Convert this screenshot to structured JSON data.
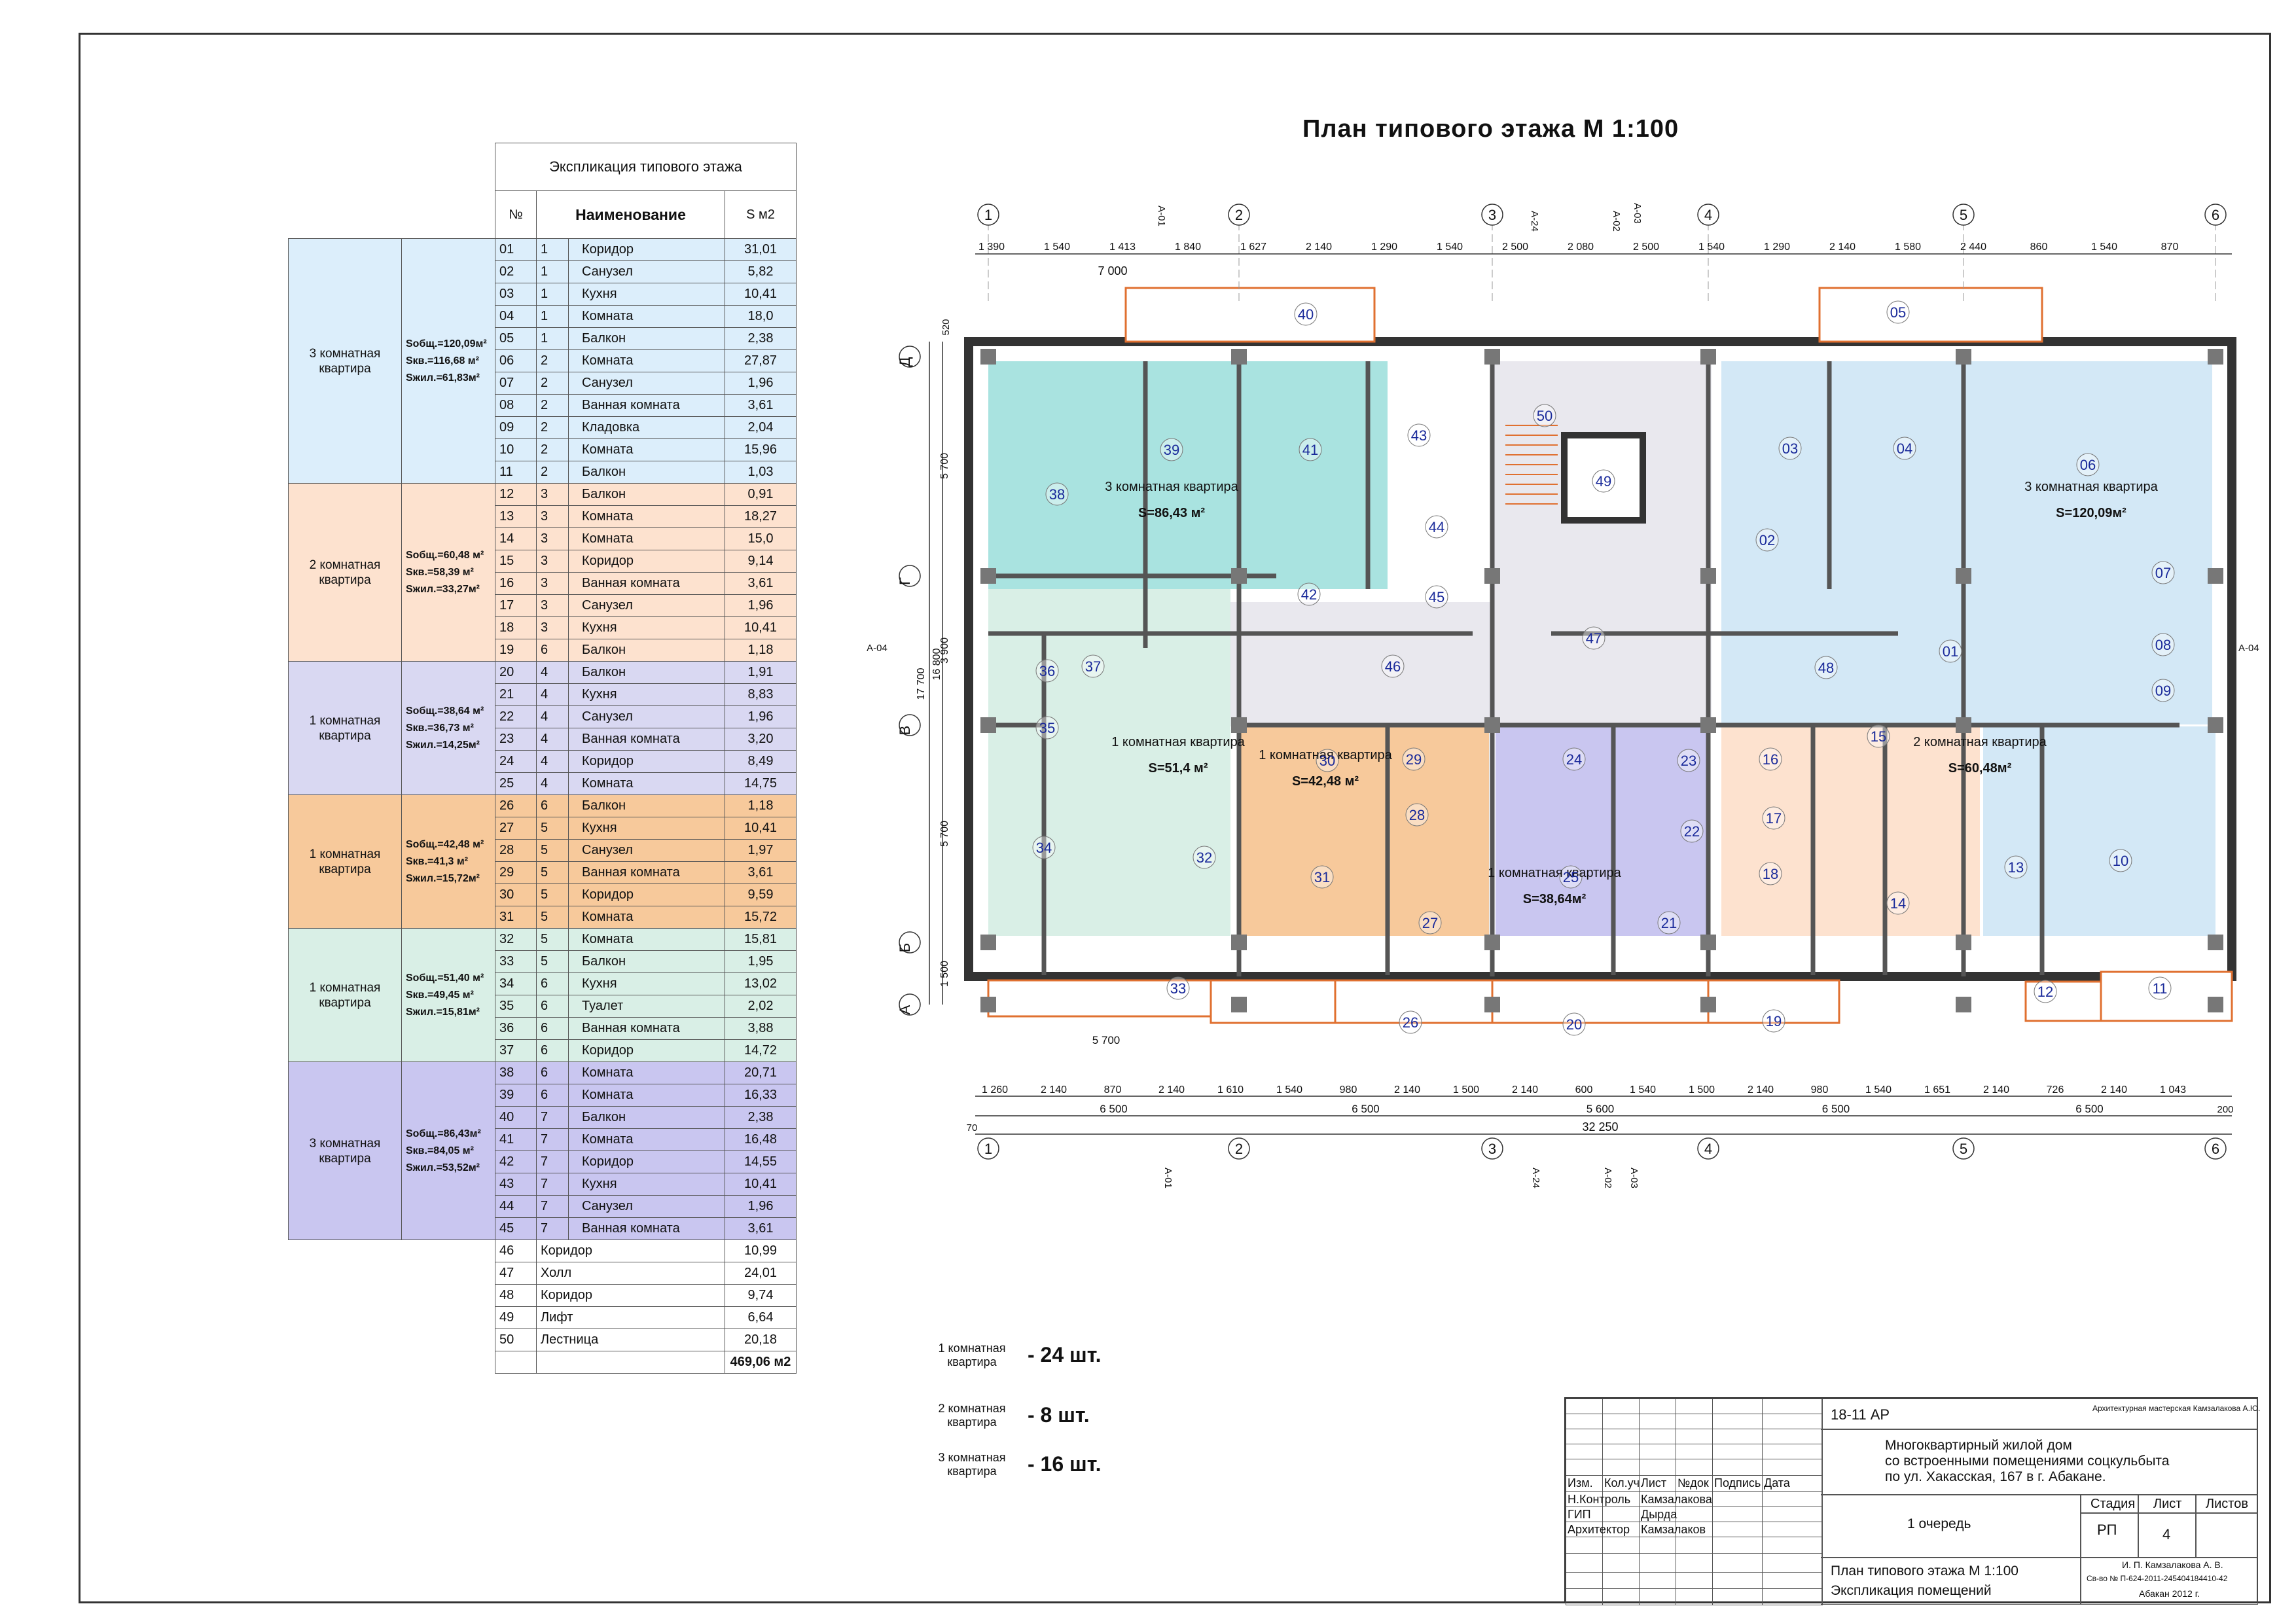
{
  "title": "План типового этажа    М 1:100",
  "explication": {
    "caption": "Экспликация типового этажа",
    "headers": {
      "no": "№",
      "name": "Наименование",
      "area": "S м2"
    },
    "groups": [
      {
        "label": "3 комнатная квартира",
        "color": "#dceefb",
        "areas": [
          "Sобщ.=120,09м²",
          "Sкв.=116,68 м²",
          "Sжил.=61,83м²"
        ],
        "rows": [
          [
            "01",
            "1",
            "Коридор",
            "31,01"
          ],
          [
            "02",
            "1",
            "Санузел",
            "5,82"
          ],
          [
            "03",
            "1",
            "Кухня",
            "10,41"
          ],
          [
            "04",
            "1",
            "Комната",
            "18,0"
          ],
          [
            "05",
            "1",
            "Балкон",
            "2,38"
          ],
          [
            "06",
            "2",
            "Комната",
            "27,87"
          ],
          [
            "07",
            "2",
            "Санузел",
            "1,96"
          ],
          [
            "08",
            "2",
            "Ванная комната",
            "3,61"
          ],
          [
            "09",
            "2",
            "Кладовка",
            "2,04"
          ],
          [
            "10",
            "2",
            "Комната",
            "15,96"
          ],
          [
            "11",
            "2",
            "Балкон",
            "1,03"
          ]
        ]
      },
      {
        "label": "2 комнатная квартира",
        "color": "#fde2cf",
        "areas": [
          "Sобщ.=60,48 м²",
          "Sкв.=58,39 м²",
          "Sжил.=33,27м²"
        ],
        "rows": [
          [
            "12",
            "3",
            "Балкон",
            "0,91"
          ],
          [
            "13",
            "3",
            "Комната",
            "18,27"
          ],
          [
            "14",
            "3",
            "Комната",
            "15,0"
          ],
          [
            "15",
            "3",
            "Коридор",
            "9,14"
          ],
          [
            "16",
            "3",
            "Ванная комната",
            "3,61"
          ],
          [
            "17",
            "3",
            "Санузел",
            "1,96"
          ],
          [
            "18",
            "3",
            "Кухня",
            "10,41"
          ],
          [
            "19",
            "6",
            "Балкон",
            "1,18"
          ]
        ]
      },
      {
        "label": "1 комнатная квартира",
        "color": "#d9d8f2",
        "areas": [
          "Sобщ.=38,64 м²",
          "Sкв.=36,73 м²",
          "Sжил.=14,25м²"
        ],
        "rows": [
          [
            "20",
            "4",
            "Балкон",
            "1,91"
          ],
          [
            "21",
            "4",
            "Кухня",
            "8,83"
          ],
          [
            "22",
            "4",
            "Санузел",
            "1,96"
          ],
          [
            "23",
            "4",
            "Ванная комната",
            "3,20"
          ],
          [
            "24",
            "4",
            "Коридор",
            "8,49"
          ],
          [
            "25",
            "4",
            "Комната",
            "14,75"
          ]
        ]
      },
      {
        "label": "1 комнатная квартира",
        "color": "#f7c99b",
        "areas": [
          "Sобщ.=42,48 м²",
          "Sкв.=41,3 м²",
          "Sжил.=15,72м²"
        ],
        "rows": [
          [
            "26",
            "6",
            "Балкон",
            "1,18"
          ],
          [
            "27",
            "5",
            "Кухня",
            "10,41"
          ],
          [
            "28",
            "5",
            "Санузел",
            "1,97"
          ],
          [
            "29",
            "5",
            "Ванная комната",
            "3,61"
          ],
          [
            "30",
            "5",
            "Коридор",
            "9,59"
          ],
          [
            "31",
            "5",
            "Комната",
            "15,72"
          ]
        ]
      },
      {
        "label": "1 комнатная квартира",
        "color": "#d9efe6",
        "areas": [
          "Sобщ.=51,40 м²",
          "Sкв.=49,45 м²",
          "Sжил.=15,81м²"
        ],
        "rows": [
          [
            "32",
            "5",
            "Комната",
            "15,81"
          ],
          [
            "33",
            "5",
            "Балкон",
            "1,95"
          ],
          [
            "34",
            "6",
            "Кухня",
            "13,02"
          ],
          [
            "35",
            "6",
            "Туалет",
            "2,02"
          ],
          [
            "36",
            "6",
            "Ванная комната",
            "3,88"
          ],
          [
            "37",
            "6",
            "Коридор",
            "14,72"
          ]
        ]
      },
      {
        "label": "3 комнатная квартира",
        "color": "#c9c6f0",
        "areas": [
          "Sобщ.=86,43м²",
          "Sкв.=84,05 м²",
          "Sжил.=53,52м²"
        ],
        "rows": [
          [
            "38",
            "6",
            "Комната",
            "20,71"
          ],
          [
            "39",
            "6",
            "Комната",
            "16,33"
          ],
          [
            "40",
            "7",
            "Балкон",
            "2,38"
          ],
          [
            "41",
            "7",
            "Комната",
            "16,48"
          ],
          [
            "42",
            "7",
            "Коридор",
            "14,55"
          ],
          [
            "43",
            "7",
            "Кухня",
            "10,41"
          ],
          [
            "44",
            "7",
            "Санузел",
            "1,96"
          ],
          [
            "45",
            "7",
            "Ванная комната",
            "3,61"
          ]
        ]
      }
    ],
    "common_rows": [
      [
        "46",
        "Коридор",
        "10,99"
      ],
      [
        "47",
        "Холл",
        "24,01"
      ],
      [
        "48",
        "Коридор",
        "9,74"
      ],
      [
        "49",
        "Лифт",
        "6,64"
      ],
      [
        "50",
        "Лестница",
        "20,18"
      ]
    ],
    "total": "469,06 м2"
  },
  "plan": {
    "axes_num": [
      "1",
      "2",
      "3",
      "4",
      "5",
      "6"
    ],
    "axes_let": [
      "Д",
      "Г",
      "В",
      "Б",
      "А"
    ],
    "section_marks": [
      "А-01",
      "А-24",
      "А-02",
      "А-03",
      "А-04"
    ],
    "apartment_labels": [
      {
        "name": "3 комнатная квартира",
        "area": "S=86,43 м²"
      },
      {
        "name": "3 комнатная квартира",
        "area": "S=120,09м²"
      },
      {
        "name": "1 комнатная квартира",
        "area": "S=51,4 м²"
      },
      {
        "name": "1 комнатная квартира",
        "area": "S=42,48 м²"
      },
      {
        "name": "1 комнатная квартира",
        "area": "S=38,64м²"
      },
      {
        "name": "2 комнатная квартира",
        "area": "S=60,48м²"
      }
    ],
    "room_numbers": [
      "01",
      "02",
      "03",
      "04",
      "05",
      "06",
      "07",
      "08",
      "09",
      "10",
      "11",
      "12",
      "13",
      "14",
      "15",
      "16",
      "17",
      "18",
      "19",
      "20",
      "21",
      "22",
      "23",
      "24",
      "25",
      "26",
      "27",
      "28",
      "29",
      "30",
      "31",
      "32",
      "33",
      "34",
      "35",
      "36",
      "37",
      "38",
      "39",
      "40",
      "41",
      "42",
      "43",
      "44",
      "45",
      "46",
      "47",
      "48",
      "49",
      "50"
    ],
    "top_dims_outer": [
      "1 390",
      "1 540",
      "1 413",
      "1 840",
      "1 627",
      "2 140",
      "1 290",
      "1 540",
      "2 500",
      "2 080",
      "2 500",
      "1 540",
      "1 290",
      "2 140",
      "1 580",
      "2 440",
      "860",
      "1 540",
      "870"
    ],
    "bottom_dims_outer": [
      "1 260",
      "2 140",
      "870",
      "2 140",
      "1 610",
      "1 540",
      "980",
      "2 140",
      "1 500",
      "2 140",
      "600",
      "1 540",
      "1 500",
      "2 140",
      "980",
      "1 540",
      "1 651",
      "2 140",
      "726",
      "2 140",
      "1 043"
    ],
    "bottom_dims_axes": [
      "6 500",
      "6 500",
      "5 600",
      "6 500",
      "6 500"
    ],
    "total_dim": "32 250",
    "side_dims": [
      "5 700",
      "3 900",
      "5 700",
      "1 500"
    ],
    "side_total_a": "16 800",
    "side_total_b": "17 700",
    "dim_7000": "7 000",
    "dim_5700": "5 700",
    "dim_520": "520",
    "dim_70": "70",
    "dim_200": "200"
  },
  "counts": [
    {
      "label": "1 комнатная квартира",
      "value": "- 24 шт."
    },
    {
      "label": "2 комнатная квартира",
      "value": "- 8 шт."
    },
    {
      "label": "3 комнатная квартира",
      "value": "- 16 шт."
    }
  ],
  "stamp": {
    "code": "18-11 АР",
    "studio": "Архитектурная мастерская Камзалакова А.Ю.",
    "project": [
      "Многоквартирный  жилой дом",
      "со встроенными помещениями соцкульбыта",
      "по ул. Хакасская, 167 в г. Абакане."
    ],
    "queue": "1 очередь",
    "headers": [
      "Изм.",
      "Кол.уч",
      "Лист",
      "№док",
      "Подпись",
      "Дата"
    ],
    "stage_h": "Стадия",
    "sheet_h": "Лист",
    "sheets_h": "Листов",
    "stage": "РП",
    "sheet": "4",
    "roles": [
      [
        "Н.Контроль",
        "Камзалакова"
      ],
      [
        "ГИП",
        "Дырда"
      ],
      [
        "Архитектор",
        "Камзалаков"
      ]
    ],
    "doc_title": [
      "План типового этажа   М 1:100",
      "Экспликация помещений"
    ],
    "author": [
      "И. П. Камзалакова А. В.",
      "Св-во № П-624-2011-245404184410-42",
      "Абакан 2012 г."
    ]
  }
}
